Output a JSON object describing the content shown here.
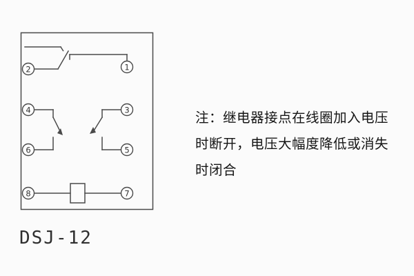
{
  "diagram": {
    "model": "DSJ-12",
    "terminals": {
      "t1": "1",
      "t2": "2",
      "t3": "3",
      "t4": "4",
      "t5": "5",
      "t6": "6",
      "t7": "7",
      "t8": "8"
    }
  },
  "note": {
    "line1": "注：继电器接点在线圈加入电压",
    "line2": "时断开，电压大幅度降低或消失",
    "line3": "时闭合"
  },
  "colors": {
    "line": "#4a4a4a",
    "text": "#141414",
    "background": "#fbfbfb"
  }
}
